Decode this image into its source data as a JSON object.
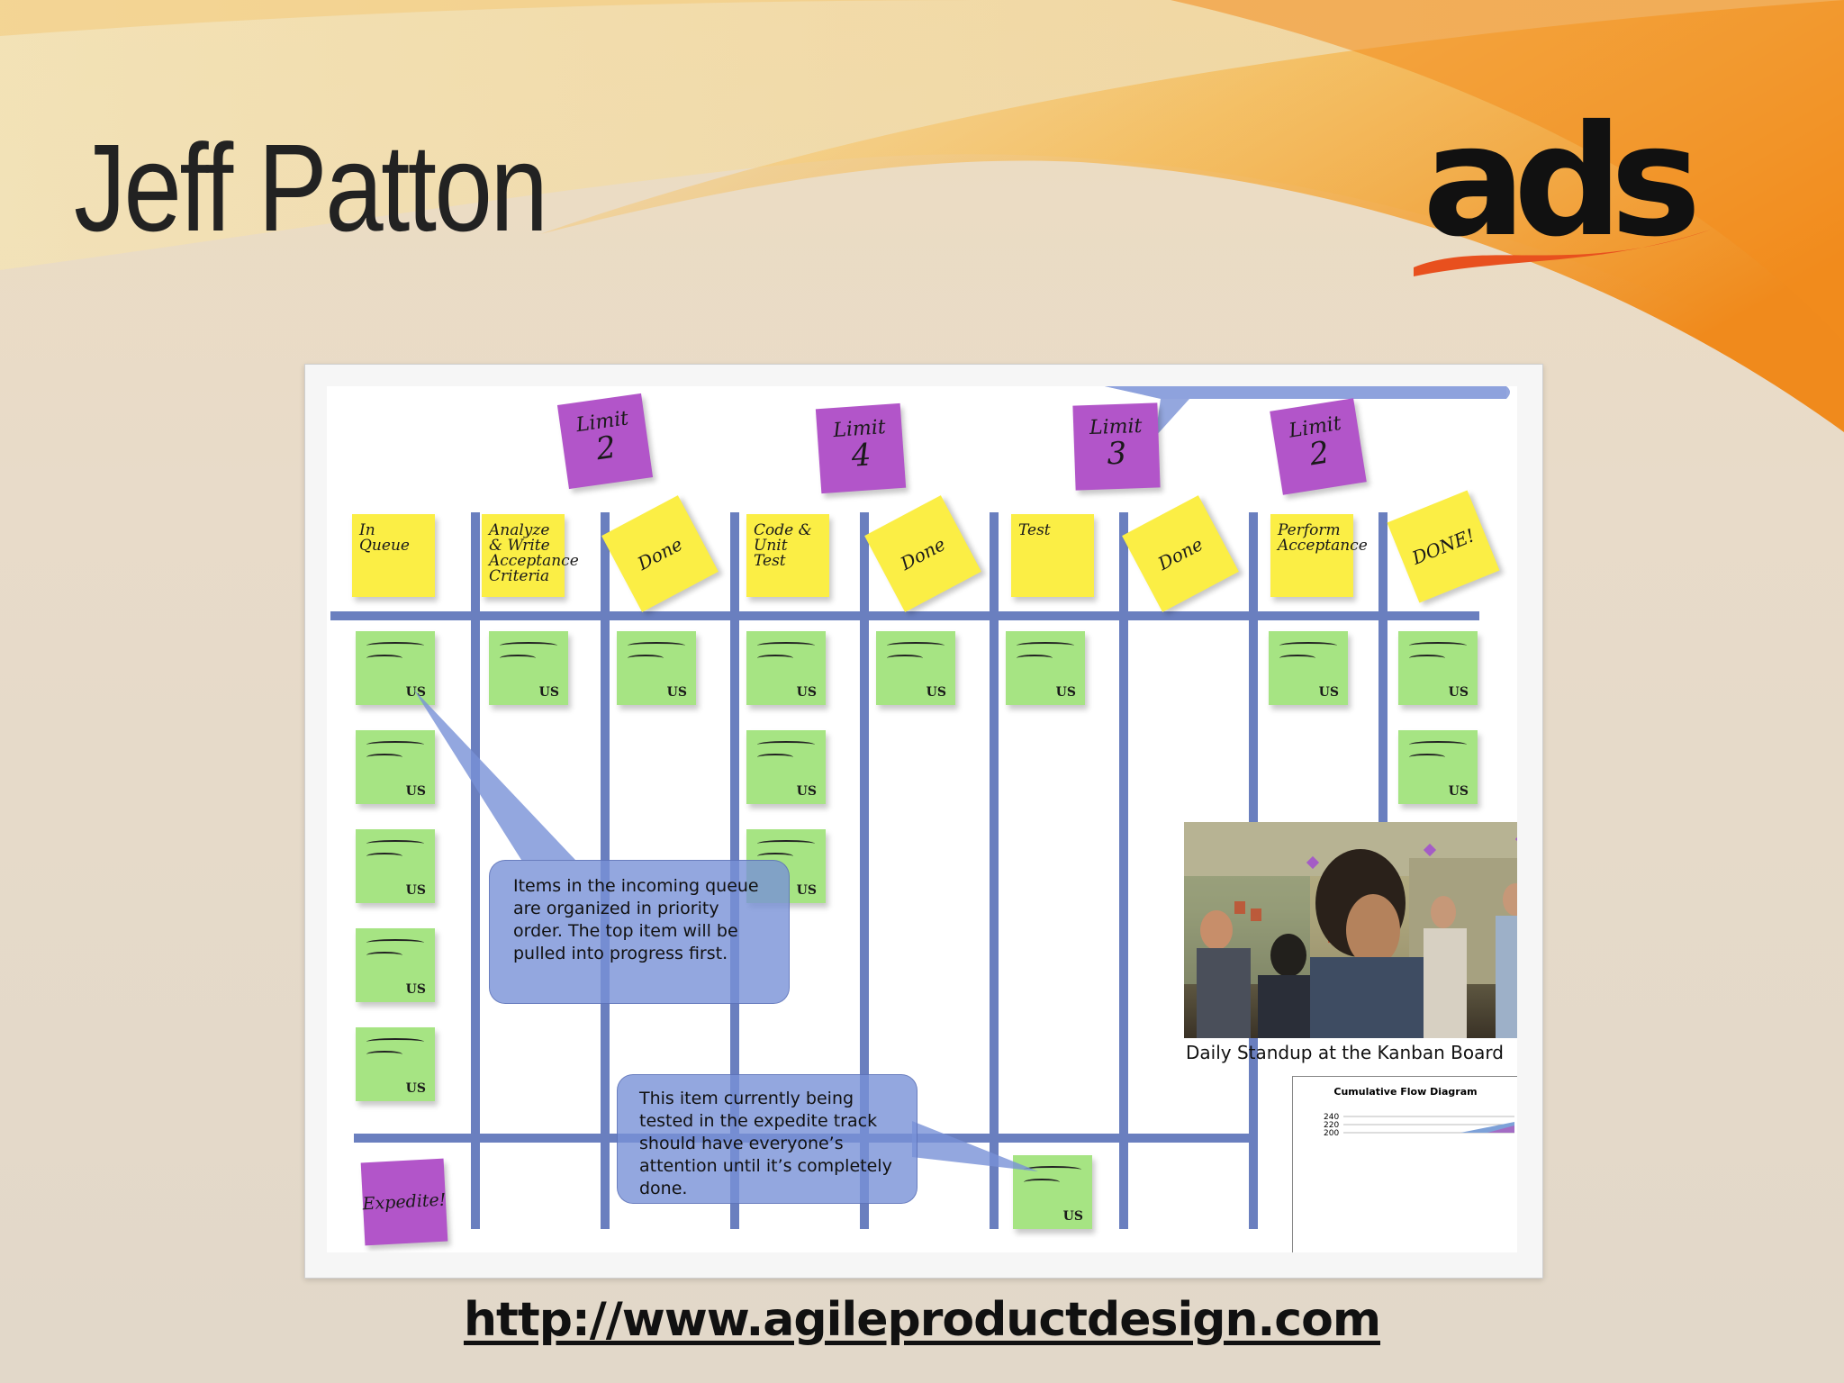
{
  "slide": {
    "title": "Jeff Patton",
    "url": "http://www.agileproductdesign.com"
  },
  "logo": {
    "text": "ads",
    "colors": {
      "text": "#111111",
      "swoosh": "#e8501e"
    }
  },
  "theme": {
    "accent_orange": "#f39a1f",
    "board_line": "#6a7fbf",
    "callout": "#7f95d8"
  },
  "board": {
    "limits": [
      {
        "label": "Limit",
        "value": "2"
      },
      {
        "label": "Limit",
        "value": "4"
      },
      {
        "label": "Limit",
        "value": "3"
      },
      {
        "label": "Limit",
        "value": "2"
      }
    ],
    "columns": [
      {
        "label": "In Queue"
      },
      {
        "label": "Analyze & Write Acceptance Criteria"
      },
      {
        "label": "Done"
      },
      {
        "label": "Code & Unit Test"
      },
      {
        "label": "Done"
      },
      {
        "label": "Test"
      },
      {
        "label": "Done"
      },
      {
        "label": "Perform Acceptance"
      },
      {
        "label": "DONE!"
      }
    ],
    "expedite_label": "Expedite!",
    "card_tag": "US",
    "callouts": [
      {
        "text": "Items in the incoming queue are organized in priority order.  The top item will be pulled into progress first."
      },
      {
        "text": "This item currently being tested in the expedite track should have everyone’s attention until it’s completely done."
      }
    ],
    "photo_caption": "Daily Standup at the Kanban Board",
    "chart": {
      "title": "Cumulative Flow Diagram",
      "y_ticks": [
        "240",
        "220",
        "200"
      ]
    }
  }
}
